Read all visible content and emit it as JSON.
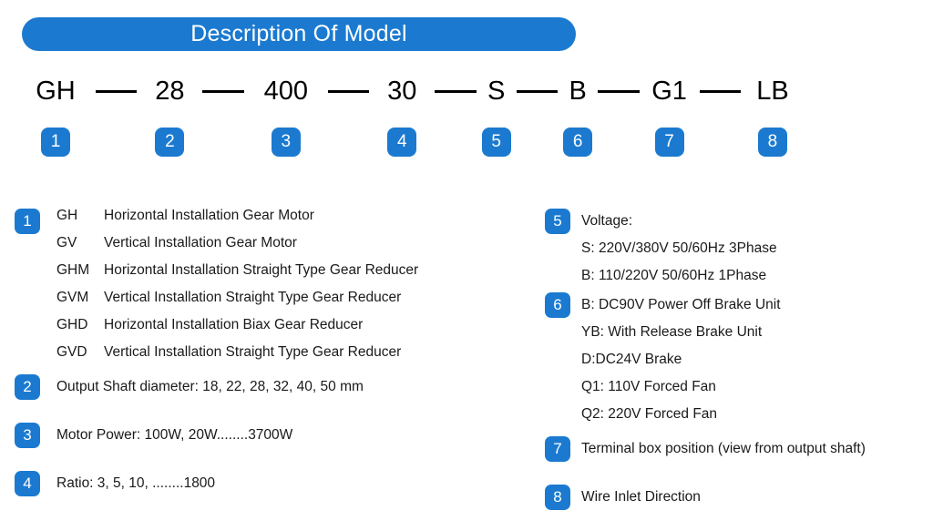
{
  "header": {
    "title": "Description Of Model"
  },
  "model_code": {
    "tokens": [
      "GH",
      "28",
      "400",
      "30",
      "S",
      "B",
      "G1",
      "LB"
    ],
    "badges": [
      "1",
      "2",
      "3",
      "4",
      "5",
      "6",
      "7",
      "8"
    ]
  },
  "colors": {
    "accent_blue": "#1b7ad0",
    "text": "#1a1a1a",
    "banner_text": "#ffffff"
  },
  "legend": {
    "left": [
      {
        "badge": "1",
        "entries": [
          {
            "code": "GH",
            "text": "Horizontal Installation Gear Motor"
          },
          {
            "code": "GV",
            "text": "Vertical Installation Gear Motor"
          },
          {
            "code": "GHM",
            "text": "Horizontal Installation Straight Type Gear Reducer"
          },
          {
            "code": "GVM",
            "text": "Vertical Installation Straight Type Gear Reducer"
          },
          {
            "code": "GHD",
            "text": "Horizontal Installation Biax Gear Reducer"
          },
          {
            "code": "GVD",
            "text": "Vertical Installation Straight Type Gear Reducer"
          }
        ]
      },
      {
        "badge": "2",
        "lines": [
          "Output Shaft diameter: 18, 22, 28, 32, 40, 50 mm"
        ]
      },
      {
        "badge": "3",
        "lines": [
          "Motor Power: 100W, 20W........3700W"
        ]
      },
      {
        "badge": "4",
        "lines": [
          "Ratio: 3, 5, 10, ........1800"
        ]
      }
    ],
    "right": [
      {
        "badge": "5",
        "lines": [
          "Voltage:",
          "S: 220V/380V 50/60Hz  3Phase",
          "B: 110/220V 50/60Hz  1Phase"
        ]
      },
      {
        "badge": "6",
        "lines": [
          "B: DC90V Power Off Brake Unit",
          "YB: With Release Brake Unit",
          "D:DC24V Brake",
          "Q1: 110V Forced Fan",
          "Q2: 220V Forced Fan"
        ]
      },
      {
        "badge": "7",
        "lines": [
          "Terminal box position (view from output shaft)"
        ]
      },
      {
        "badge": "8",
        "lines": [
          "Wire Inlet Direction"
        ]
      }
    ]
  }
}
